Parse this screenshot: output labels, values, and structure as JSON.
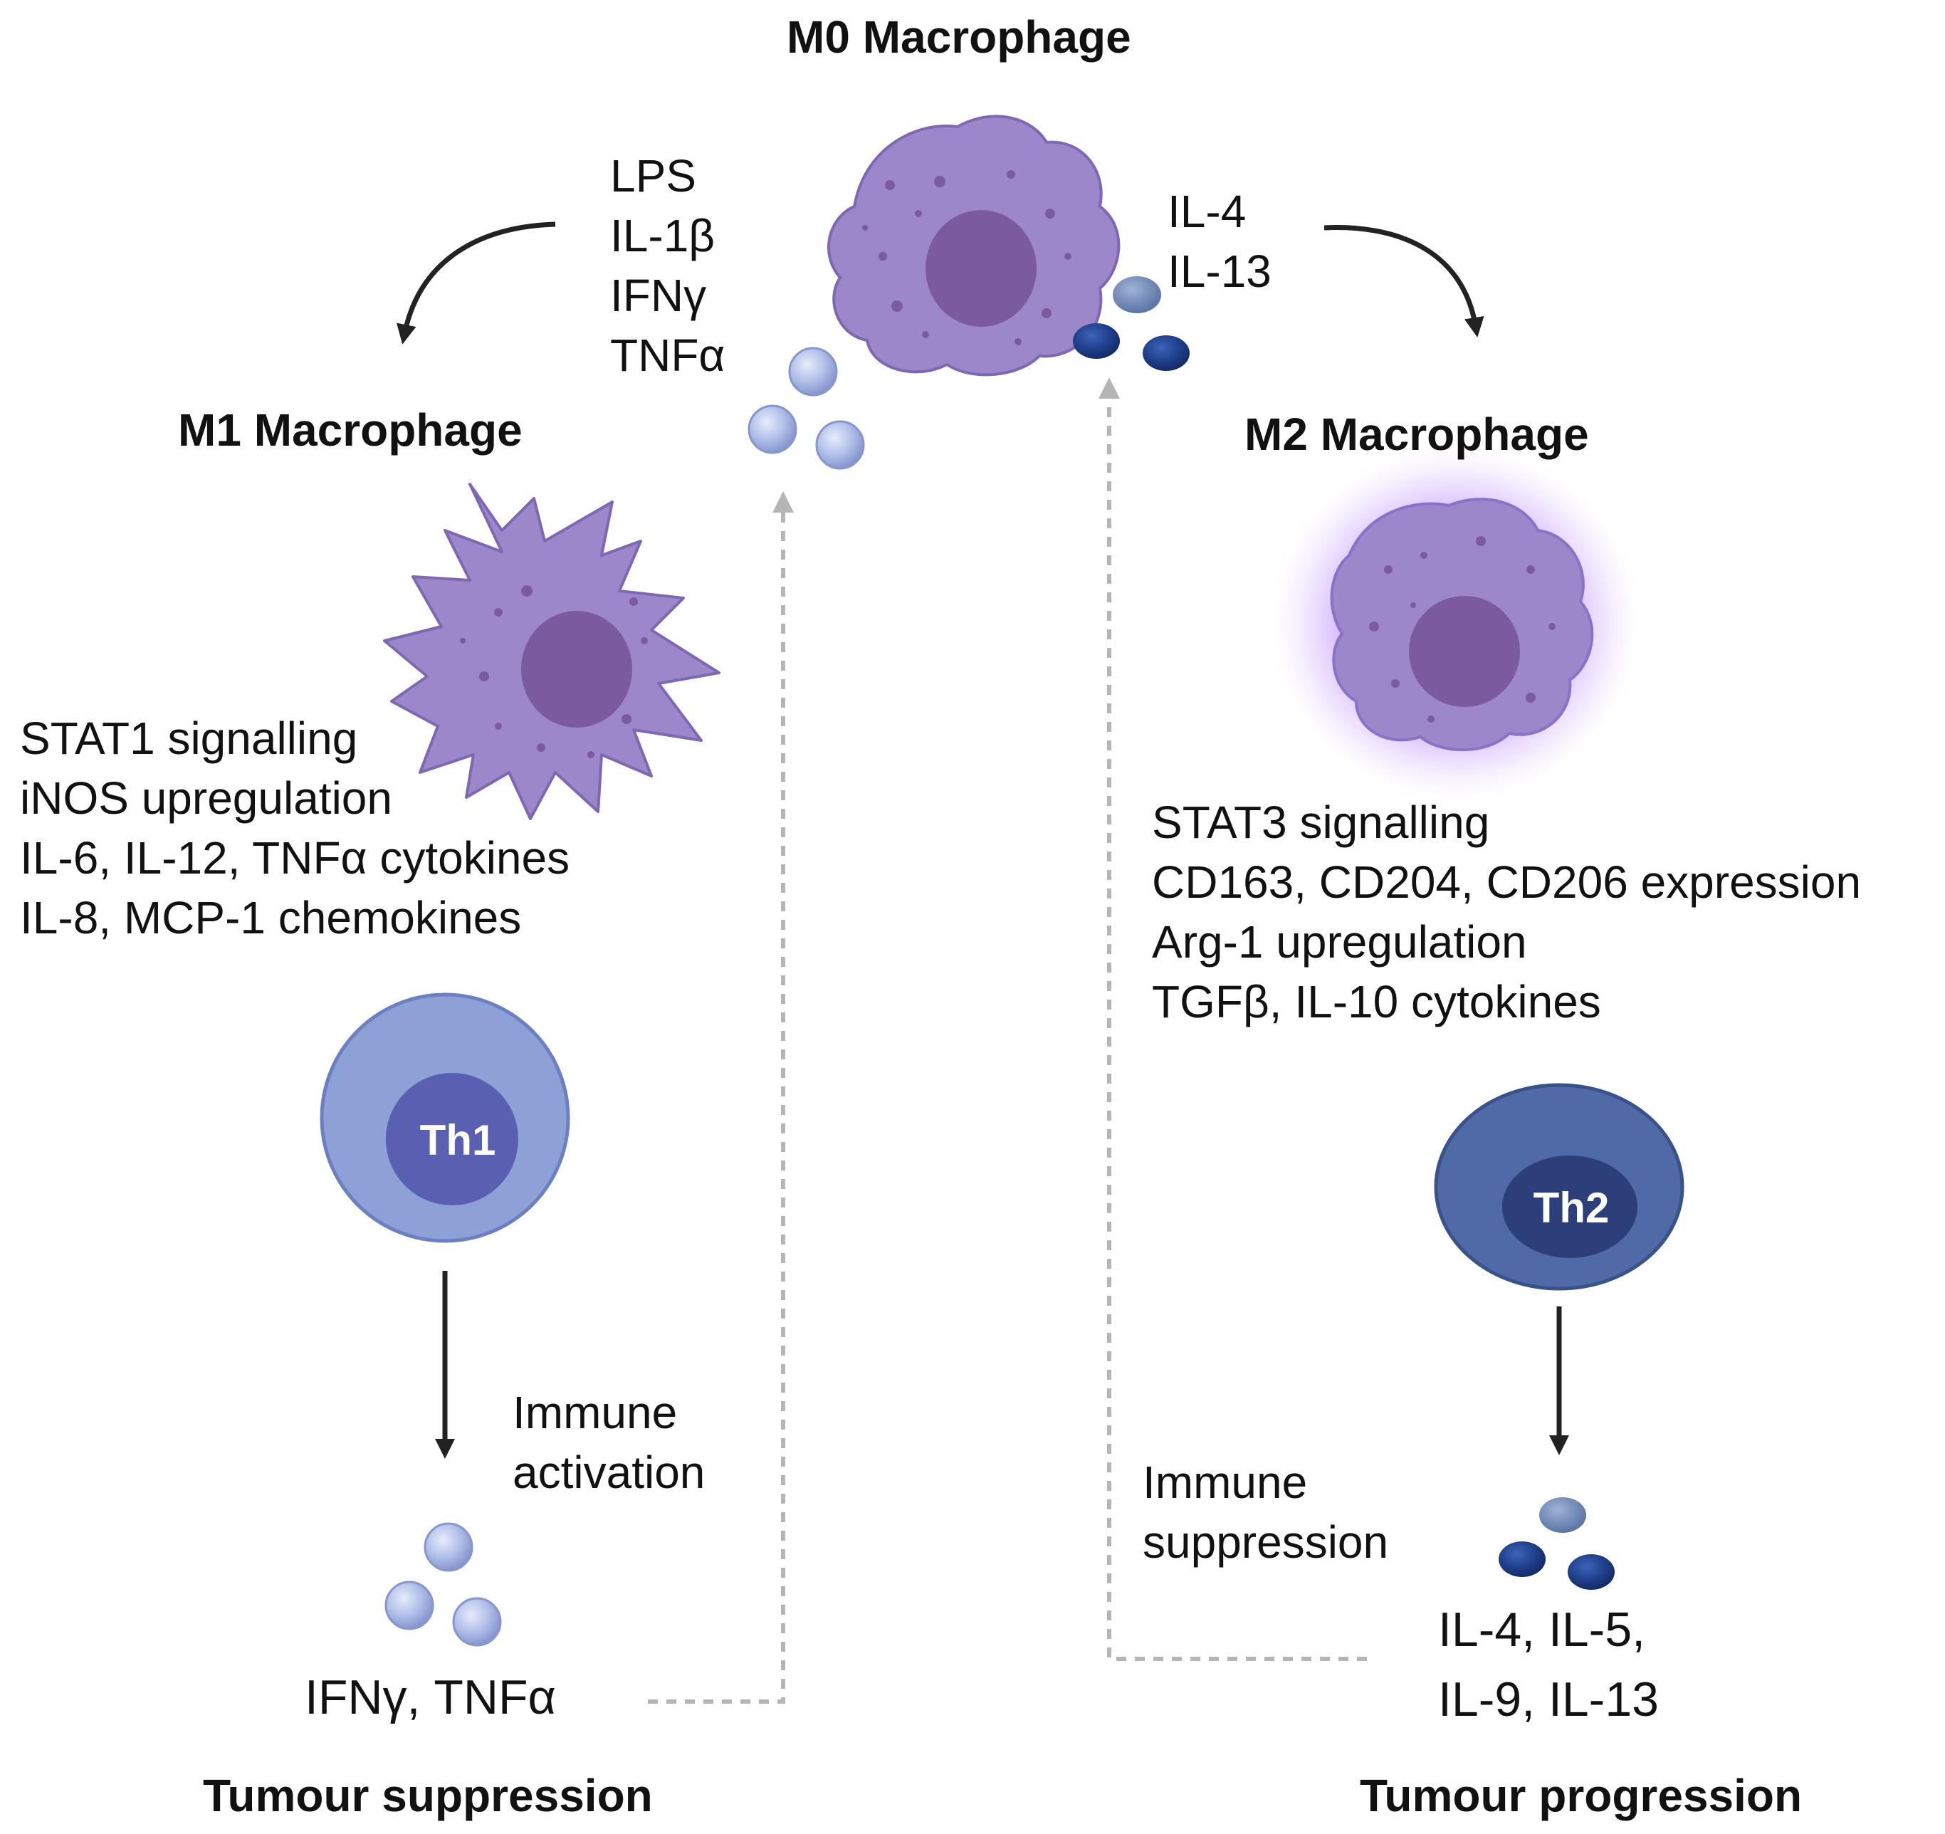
{
  "titles": {
    "m0": "M0 Macrophage",
    "m1": "M1 Macrophage",
    "m2": "M2 Macrophage"
  },
  "stimuli_m1": [
    "LPS",
    "IL-1β",
    "IFNγ",
    "TNFα"
  ],
  "stimuli_m2": [
    "IL-4",
    "IL-13"
  ],
  "m1_features": [
    "STAT1 signalling",
    "iNOS upregulation",
    "IL-6, IL-12, TNFα cytokines",
    "IL-8, MCP-1 chemokines"
  ],
  "m2_features": [
    "STAT3 signalling",
    "CD163, CD204, CD206 expression",
    "Arg-1 upregulation",
    "TGFβ, IL-10 cytokines"
  ],
  "th1": {
    "label": "Th1",
    "effect": [
      "Immune",
      "activation"
    ],
    "cytokines": "IFNγ, TNFα",
    "outcome": "Tumour suppression"
  },
  "th2": {
    "label": "Th2",
    "effect": [
      "Immune",
      "suppression"
    ],
    "cytokines": [
      "IL-4, IL-5,",
      "IL-9, IL-13"
    ],
    "outcome": "Tumour progression"
  },
  "colors": {
    "macrophage_body": "#9b87c9",
    "macrophage_nucleus": "#7b5aa0",
    "m1_cytokine": "#a9b9e6",
    "m2_cytokine": "#1e3f88",
    "th1_cell": "#8ea1d6",
    "th1_nucleus": "#5a5fb2",
    "th2_cell": "#4f6aa6",
    "th2_nucleus": "#2d3f7a",
    "m2_glow": "#c69cff",
    "arrow": "#222222",
    "dashed_line": "#b5b5b5"
  },
  "icons": [
    "m0-macrophage-icon",
    "m1-macrophage-icon",
    "m2-macrophage-icon",
    "th1-cell-icon",
    "th2-cell-icon",
    "cytokine-icon"
  ]
}
